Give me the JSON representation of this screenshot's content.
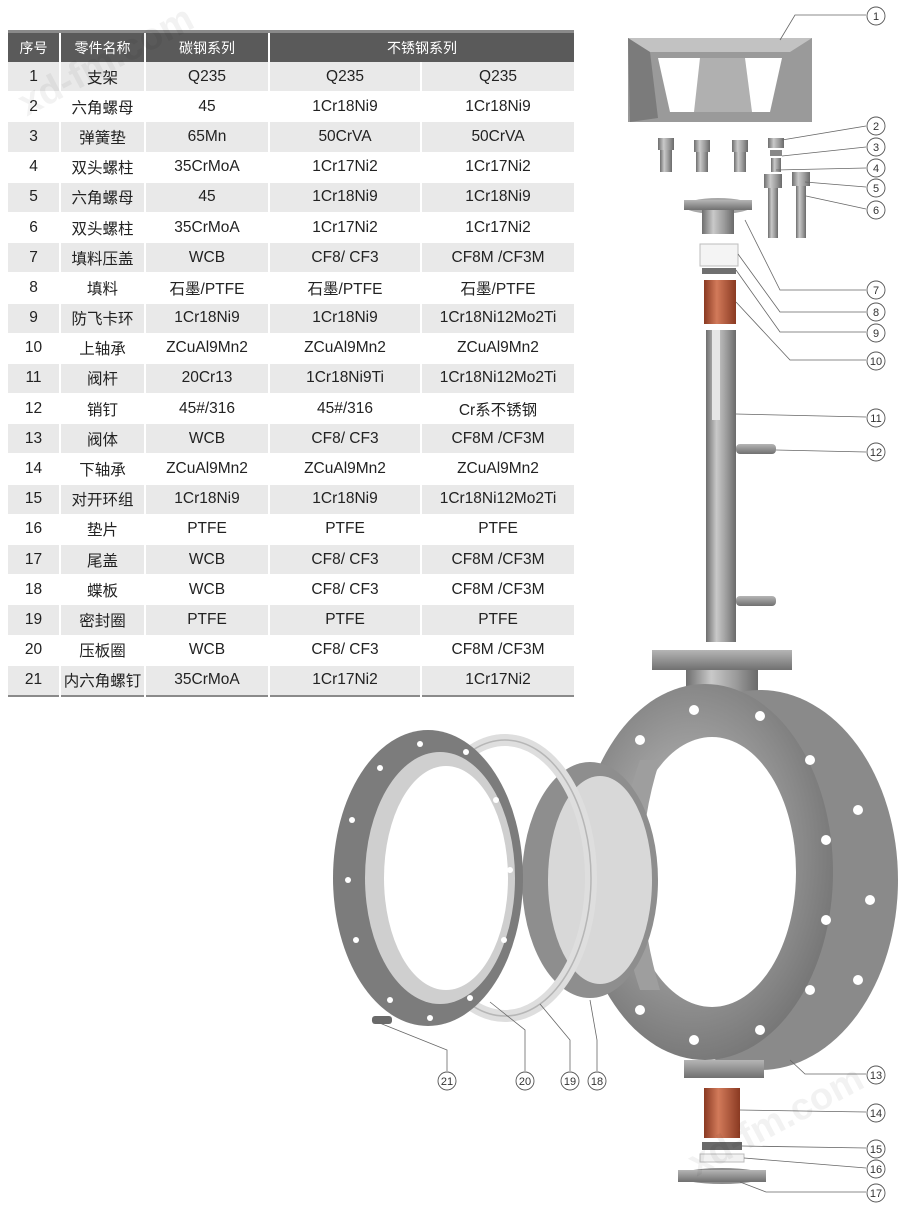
{
  "table": {
    "headers": [
      "序号",
      "零件名称",
      "碳钢系列",
      "不锈钢系列"
    ],
    "rows": [
      [
        "1",
        "支架",
        "Q235",
        "Q235",
        "Q235"
      ],
      [
        "2",
        "六角螺母",
        "45",
        "1Cr18Ni9",
        "1Cr18Ni9"
      ],
      [
        "3",
        "弹簧垫",
        "65Mn",
        "50CrVA",
        "50CrVA"
      ],
      [
        "4",
        "双头螺柱",
        "35CrMoA",
        "1Cr17Ni2",
        "1Cr17Ni2"
      ],
      [
        "5",
        "六角螺母",
        "45",
        "1Cr18Ni9",
        "1Cr18Ni9"
      ],
      [
        "6",
        "双头螺柱",
        "35CrMoA",
        "1Cr17Ni2",
        "1Cr17Ni2"
      ],
      [
        "7",
        "填料压盖",
        "WCB",
        "CF8/ CF3",
        "CF8M /CF3M"
      ],
      [
        "8",
        "填料",
        "石墨/PTFE",
        "石墨/PTFE",
        "石墨/PTFE"
      ],
      [
        "9",
        "防飞卡环",
        "1Cr18Ni9",
        "1Cr18Ni9",
        "1Cr18Ni12Mo2Ti"
      ],
      [
        "10",
        "上轴承",
        "ZCuAl9Mn2",
        "ZCuAl9Mn2",
        "ZCuAl9Mn2"
      ],
      [
        "11",
        "阀杆",
        "20Cr13",
        "1Cr18Ni9Ti",
        "1Cr18Ni12Mo2Ti"
      ],
      [
        "12",
        "销钉",
        "45#/316",
        "45#/316",
        "Cr系不锈钢"
      ],
      [
        "13",
        "阀体",
        "WCB",
        "CF8/ CF3",
        "CF8M /CF3M"
      ],
      [
        "14",
        "下轴承",
        "ZCuAl9Mn2",
        "ZCuAl9Mn2",
        "ZCuAl9Mn2"
      ],
      [
        "15",
        "对开环组",
        "1Cr18Ni9",
        "1Cr18Ni9",
        "1Cr18Ni12Mo2Ti"
      ],
      [
        "16",
        "垫片",
        "PTFE",
        "PTFE",
        "PTFE"
      ],
      [
        "17",
        "尾盖",
        "WCB",
        "CF8/ CF3",
        "CF8M /CF3M"
      ],
      [
        "18",
        "蝶板",
        "WCB",
        "CF8/ CF3",
        "CF8M /CF3M"
      ],
      [
        "19",
        "密封圈",
        "PTFE",
        "PTFE",
        "PTFE"
      ],
      [
        "20",
        "压板圈",
        "WCB",
        "CF8/ CF3",
        "CF8M /CF3M"
      ],
      [
        "21",
        "内六角螺钉",
        "35CrMoA",
        "1Cr17Ni2",
        "1Cr17Ni2"
      ]
    ]
  },
  "callouts": [
    "1",
    "2",
    "3",
    "4",
    "5",
    "6",
    "7",
    "8",
    "9",
    "10",
    "11",
    "12",
    "13",
    "14",
    "15",
    "16",
    "17",
    "18",
    "19",
    "20",
    "21"
  ],
  "colors": {
    "header_bg": "#5a5a5a",
    "row_alt": "#e9e9e9",
    "metal": "#8f8f8f",
    "bronze": "#b5563a"
  }
}
